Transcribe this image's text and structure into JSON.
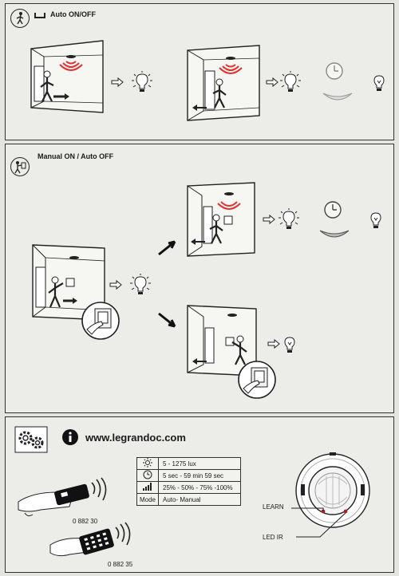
{
  "auto": {
    "title": "Auto ON/OFF"
  },
  "manual": {
    "title": "Manual ON / Auto OFF"
  },
  "info": {
    "url": "www.legrandoc.com",
    "specs": [
      {
        "icon": "sun-icon",
        "value": "5 - 1275 lux"
      },
      {
        "icon": "clock-icon",
        "value": "5 sec - 59 min 59 sec"
      },
      {
        "icon": "signal-bars-icon",
        "value": "25% - 50% - 75% -100%"
      },
      {
        "icon": "",
        "key": "Mode",
        "value": "Auto- Manual"
      }
    ],
    "remote_codes": [
      "0 882 30",
      "0 882 35"
    ],
    "labels": {
      "learn": "LEARN",
      "led": "LED IR"
    }
  }
}
